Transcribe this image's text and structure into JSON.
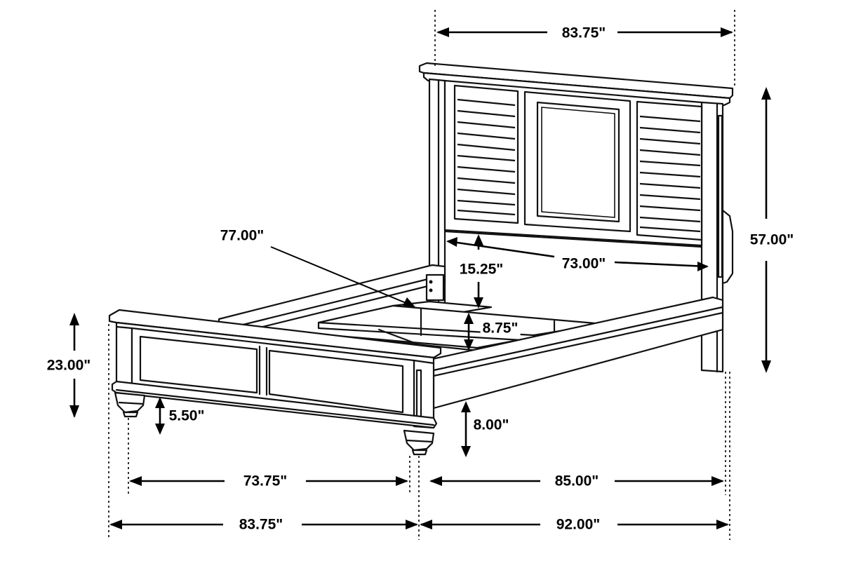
{
  "dimensions": {
    "headboard_width": "83.75\"",
    "headboard_height": "57.00\"",
    "inner_length": "77.00\"",
    "rail_to_slat_height": "15.25\"",
    "inner_width": "73.00\"",
    "side_rail_height": "8.75\"",
    "footboard_height": "23.00\"",
    "foot_leg_height": "5.50\"",
    "rail_clearance": "8.00\"",
    "front_inner_width": "73.75\"",
    "side_inner_length": "85.00\"",
    "overall_width": "83.75\"",
    "overall_length": "92.00\""
  }
}
